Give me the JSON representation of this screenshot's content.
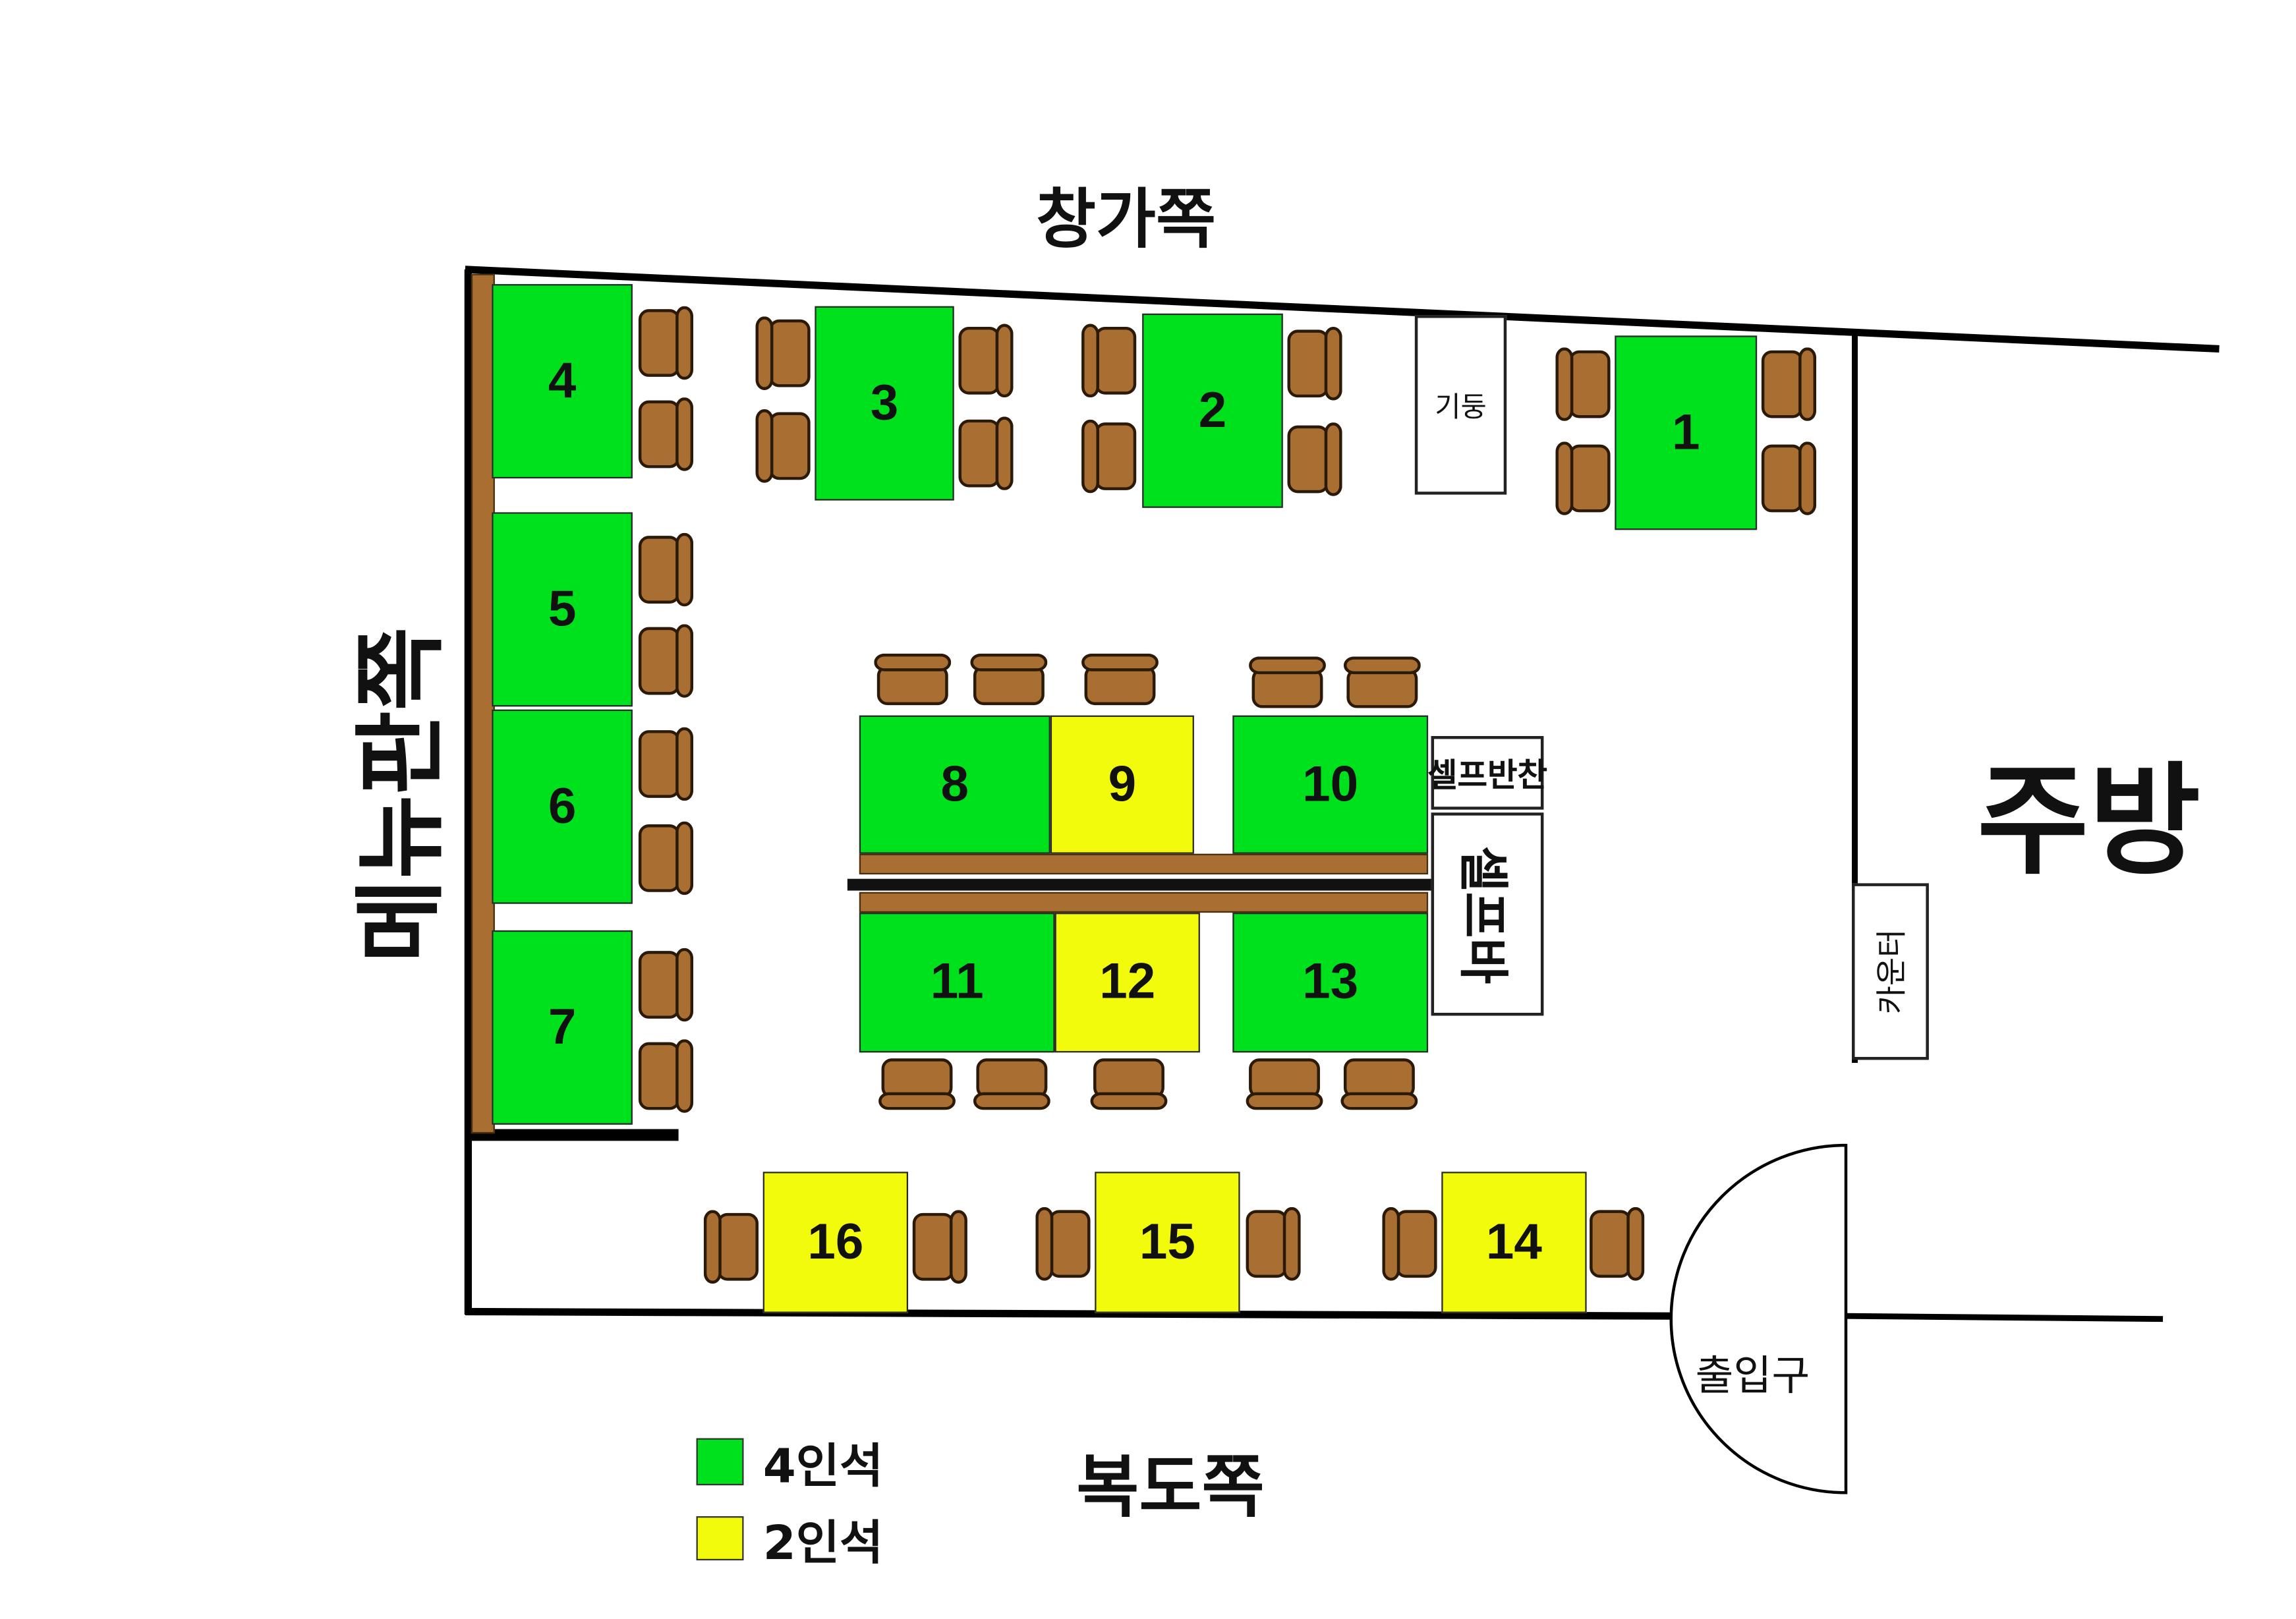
{
  "labels": {
    "window_side": "창가쪽",
    "hallway_side": "복도쪽",
    "menu_side": "메뉴판쪽",
    "kitchen": "주방",
    "pillar": "기둥",
    "counter": "카운터",
    "self_banchan": "셀프반찬",
    "self_bar": "셀프바",
    "entrance": "출입구"
  },
  "legend": {
    "four_seat": "4인석",
    "two_seat": "2인석"
  },
  "colors": {
    "four_seat": "#00e11e",
    "two_seat": "#f2fb0c",
    "wood": "#a86e32"
  },
  "tables": [
    {
      "num": "1",
      "seats": 4
    },
    {
      "num": "2",
      "seats": 4
    },
    {
      "num": "3",
      "seats": 4
    },
    {
      "num": "4",
      "seats": 4
    },
    {
      "num": "5",
      "seats": 4
    },
    {
      "num": "6",
      "seats": 4
    },
    {
      "num": "7",
      "seats": 4
    },
    {
      "num": "8",
      "seats": 4
    },
    {
      "num": "9",
      "seats": 2
    },
    {
      "num": "10",
      "seats": 4
    },
    {
      "num": "11",
      "seats": 4
    },
    {
      "num": "12",
      "seats": 2
    },
    {
      "num": "13",
      "seats": 4
    },
    {
      "num": "14",
      "seats": 2
    },
    {
      "num": "15",
      "seats": 2
    },
    {
      "num": "16",
      "seats": 2
    }
  ]
}
